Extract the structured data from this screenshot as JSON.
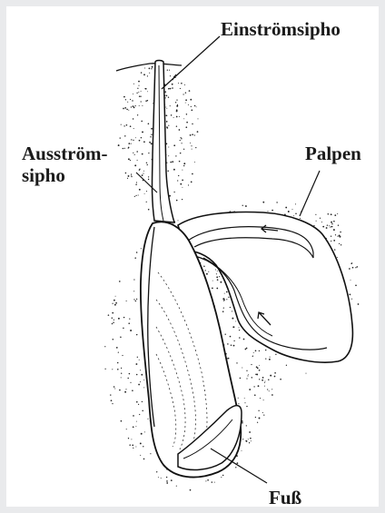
{
  "labels": {
    "einstromsipho": "Einströmsipho",
    "ausstromsipho_line1": "Ausström-",
    "ausstromsipho_line2": "sipho",
    "palpen": "Palpen",
    "fuss": "Fuß"
  },
  "colors": {
    "background": "#e9eaec",
    "panel": "#ffffff",
    "ink": "#1a1a1a"
  }
}
